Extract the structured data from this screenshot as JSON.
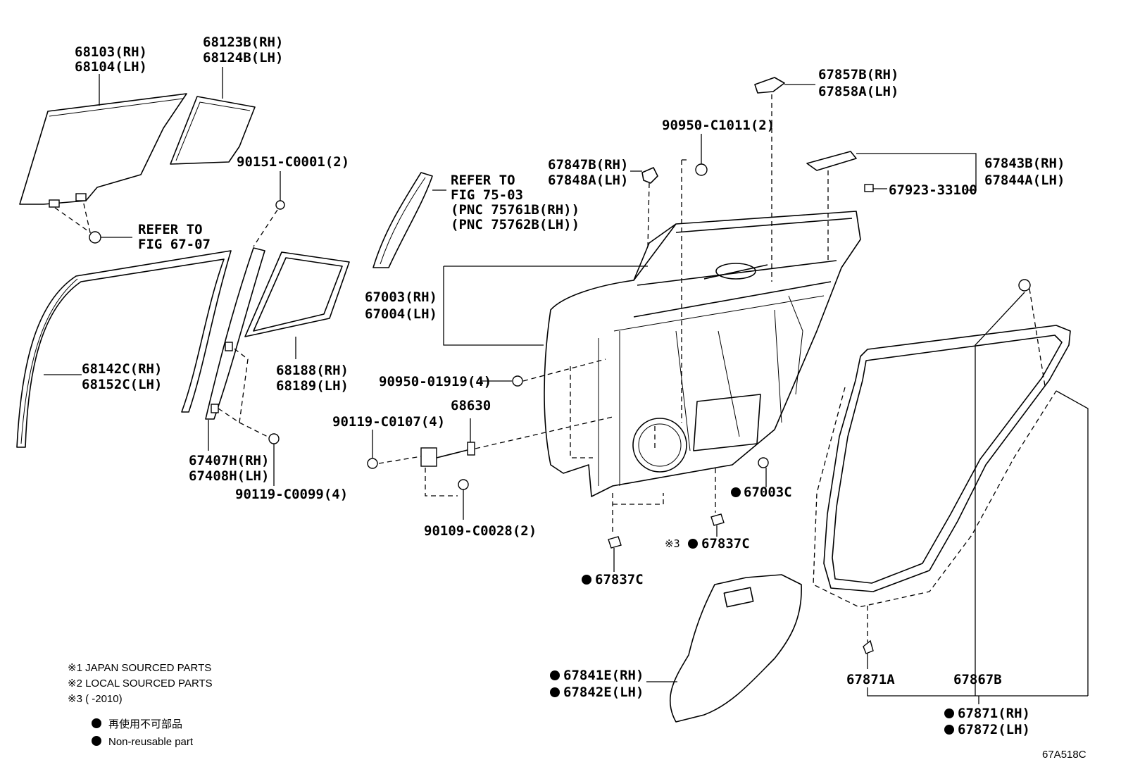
{
  "diagram_id": "67A518C",
  "labels": {
    "p68103": "68103(RH)",
    "p68104": "68104(LH)",
    "p68123b": "68123B(RH)",
    "p68124b": "68124B(LH)",
    "p90151": "90151-C0001(2)",
    "refer_to_1": "REFER TO",
    "fig_67_07": "FIG 67-07",
    "refer_to_2": "REFER TO",
    "fig_75_03": "FIG 75-03",
    "pnc_rh": "(PNC 75761B(RH))",
    "pnc_lh": "(PNC 75762B(LH))",
    "p68142c": "68142C(RH)",
    "p68152c": "68152C(LH)",
    "p68188": "68188(RH)",
    "p68189": "68189(LH)",
    "p67407h": "67407H(RH)",
    "p67408h": "67408H(LH)",
    "p90119_c0099": "90119-C0099(4)",
    "p90950_01919": "90950-01919(4)",
    "p90119_c0107": "90119-C0107(4)",
    "p68630": "68630",
    "p90109": "90109-C0028(2)",
    "p67003": "67003(RH)",
    "p67004": "67004(LH)",
    "p67847b": "67847B(RH)",
    "p67848a": "67848A(LH)",
    "p90950_c1011": "90950-C1011(2)",
    "p67857b": "67857B(RH)",
    "p67858a": "67858A(LH)",
    "p67843b": "67843B(RH)",
    "p67844a": "67844A(LH)",
    "p67923": "67923-33100",
    "p67003c": "67003C",
    "p67837c_1": "67837C",
    "note3_mark": "※3",
    "p67837c_2": "67837C",
    "p67841e": "67841E(RH)",
    "p67842e": "67842E(LH)",
    "p67871a": "67871A",
    "p67867b": "67867B",
    "p67871": "67871(RH)",
    "p67872": "67872(LH)"
  },
  "legend": {
    "note1": "※1 JAPAN SOURCED PARTS",
    "note2": "※2 LOCAL SOURCED PARTS",
    "note3": "※3 (      -2010)",
    "non_reusable_jp": "再使用不可部品",
    "non_reusable_en": "Non-reusable part"
  }
}
